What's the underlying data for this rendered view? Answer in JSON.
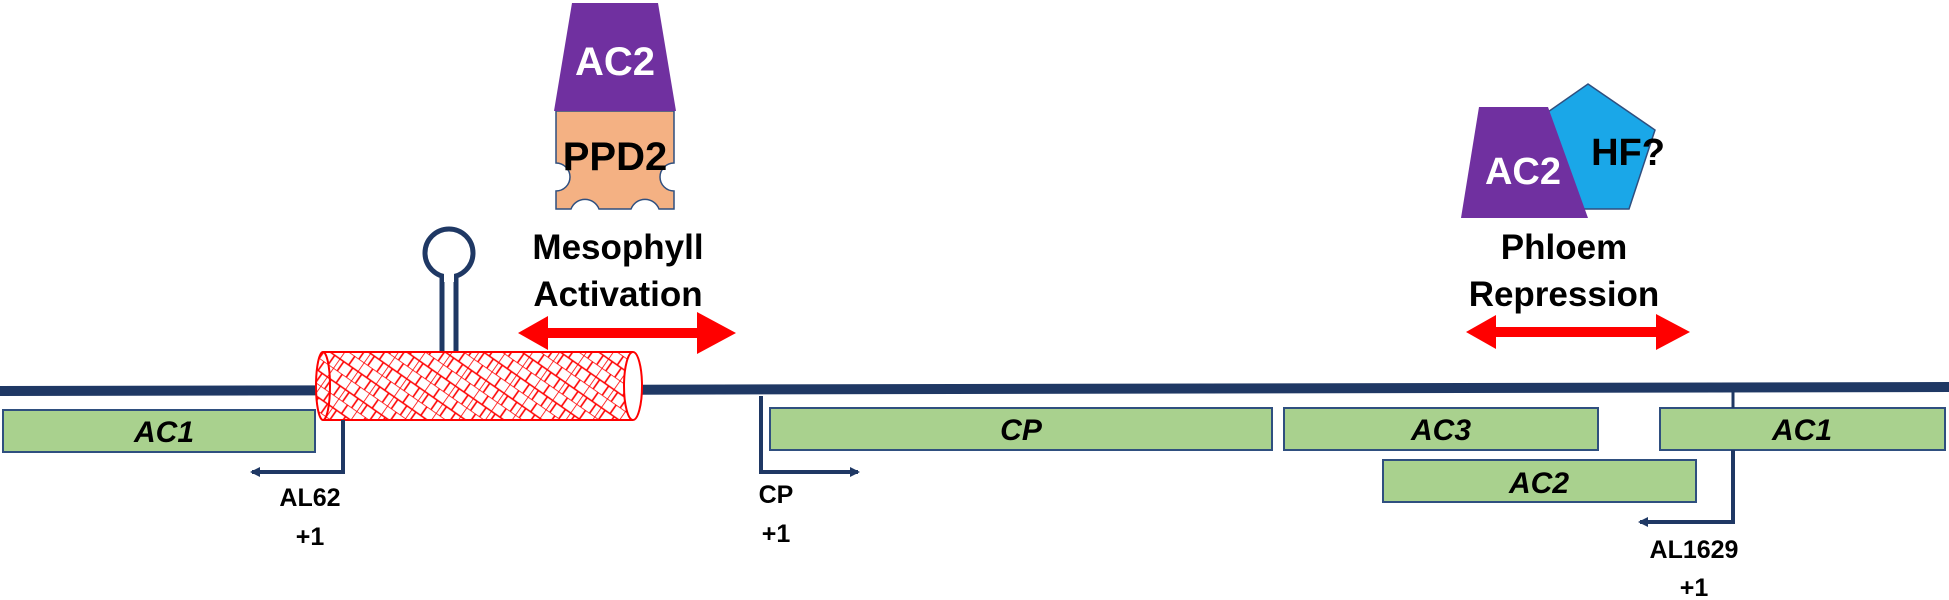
{
  "colors": {
    "dna": "#1f3864",
    "gene_fill": "#a9d18e",
    "gene_stroke": "#2f4f7f",
    "ac2_protein": "#7030a0",
    "ppd2": "#f4b183",
    "hf": "#1aa7e8",
    "arrow_red": "#ff0000",
    "nucleosome": "#ff0000"
  },
  "proteins": {
    "ac2_top": "AC2",
    "ppd2": "PPD2",
    "ac2_right": "AC2",
    "hf": "HF?"
  },
  "regions": {
    "mesophyll": {
      "line1": "Mesophyll",
      "line2": "Activation"
    },
    "phloem": {
      "line1": "Phloem",
      "line2": "Repression"
    }
  },
  "genes": {
    "ac1_left": "AC1",
    "cp": "CP",
    "ac3": "AC3",
    "ac1_right": "AC1",
    "ac2": "AC2"
  },
  "promoters": {
    "al62": {
      "name": "AL62",
      "pos": "+1"
    },
    "cp": {
      "name": "CP",
      "pos": "+1"
    },
    "al1629": {
      "name": "AL1629",
      "pos": "+1"
    }
  }
}
